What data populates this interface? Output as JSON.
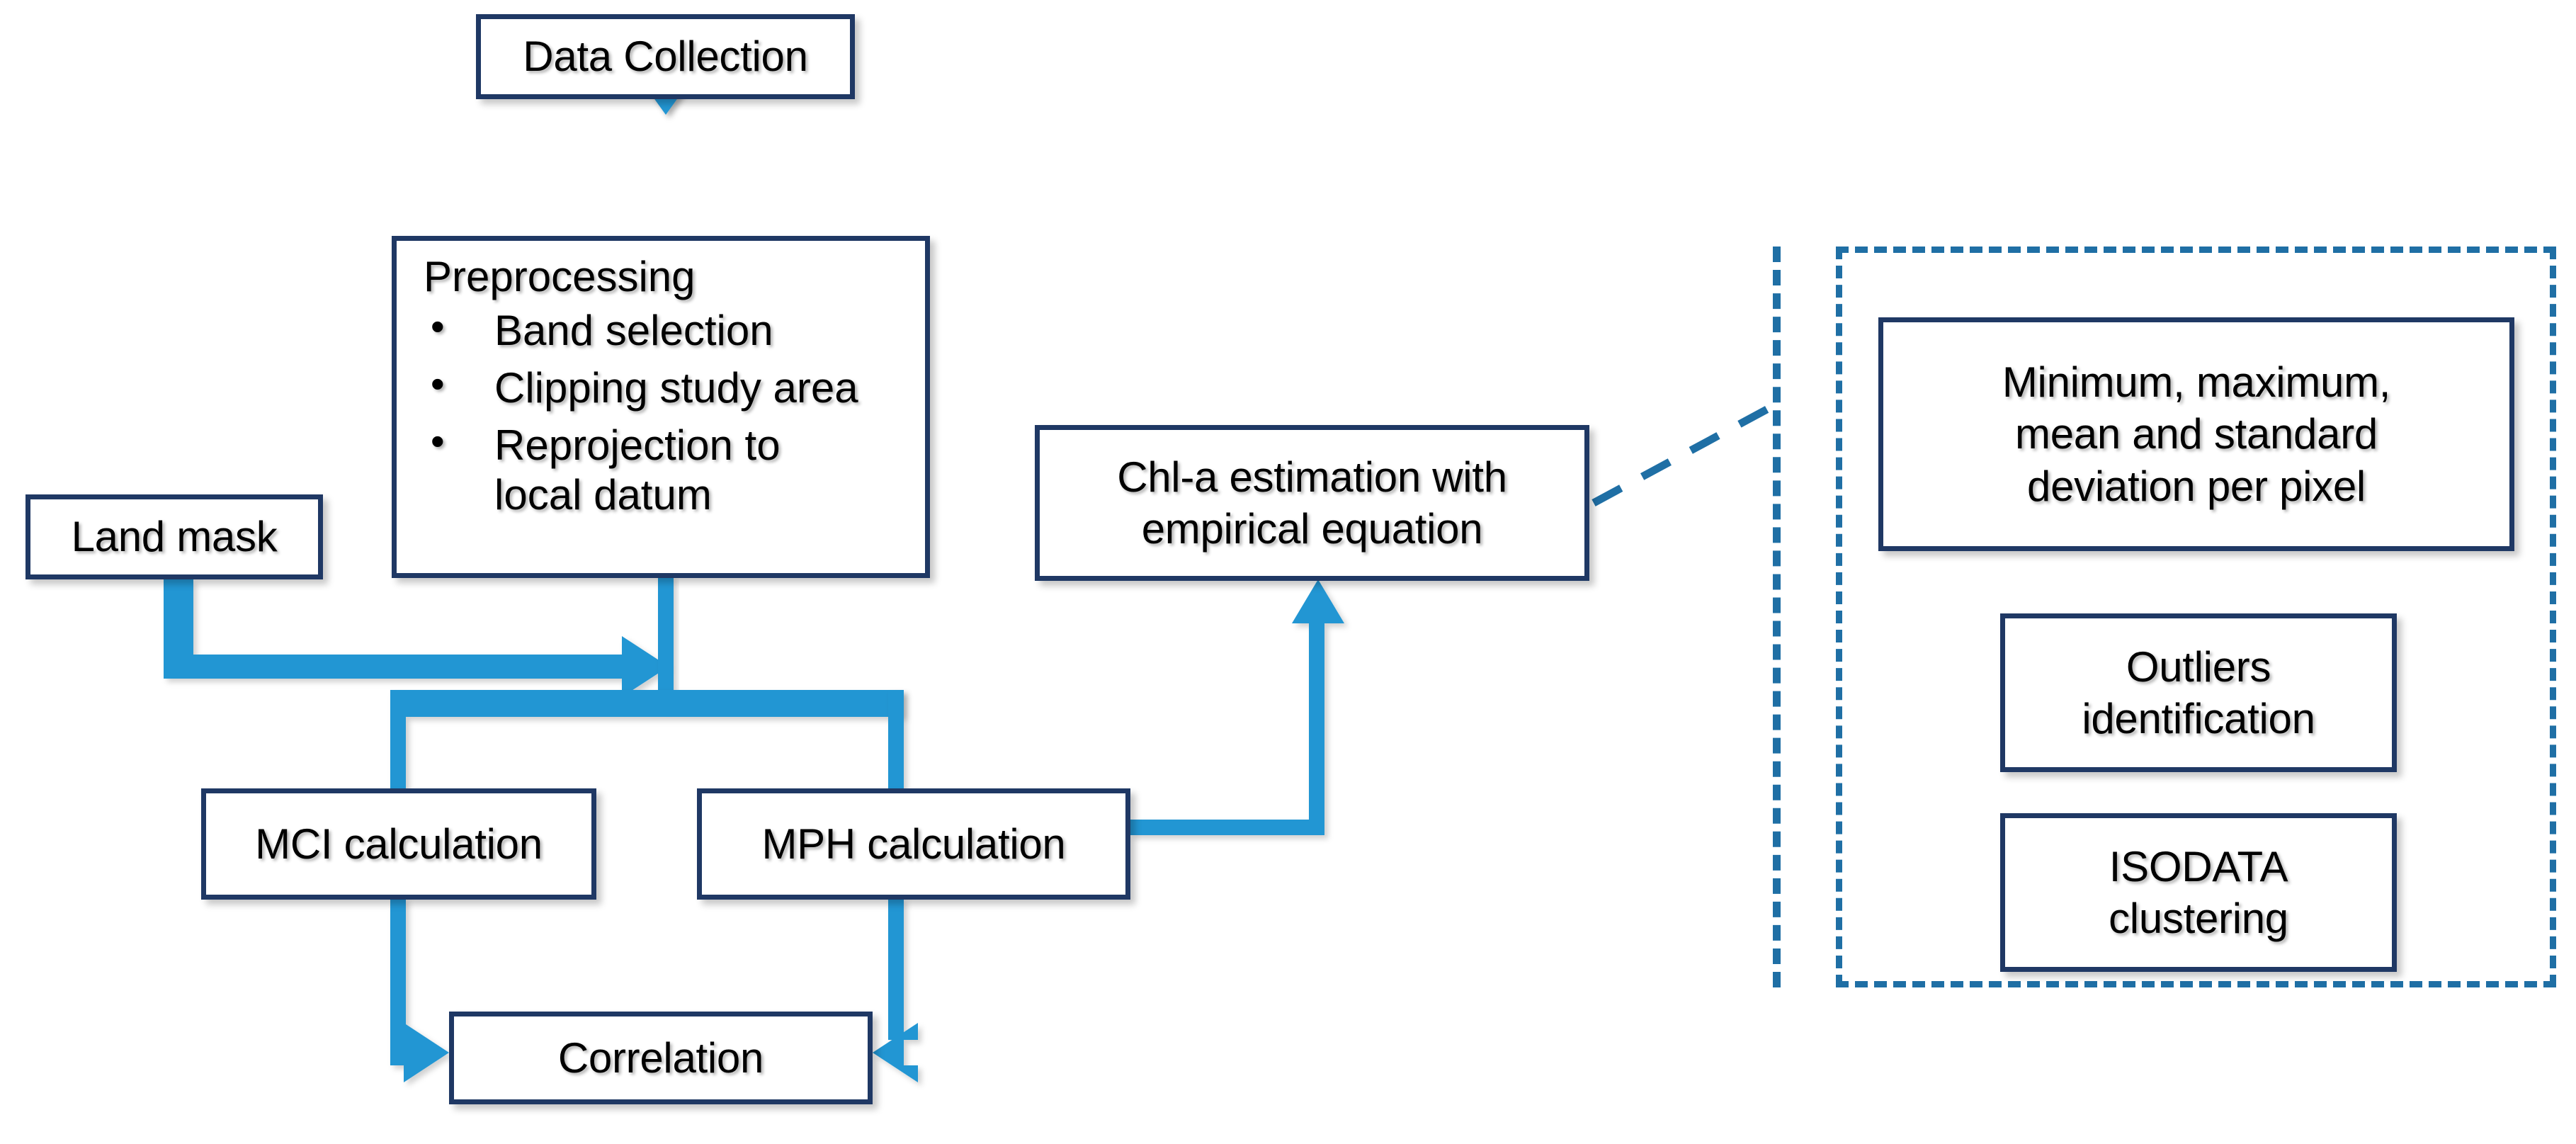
{
  "diagram": {
    "title": "Chlorophyll-a remote sensing methodology flowchart",
    "colors": {
      "box_border": "#1F3864",
      "arrow": "#2196D3",
      "dashed_group": "#1F6FA5",
      "background": "#FFFFFF",
      "text": "#000000"
    },
    "nodes": {
      "data_collection": {
        "label": "Data Collection"
      },
      "preprocessing": {
        "heading": "Preprocessing",
        "bullets": [
          "Band selection",
          "Clipping study area",
          "Reprojection to\nlocal datum"
        ]
      },
      "land_mask": {
        "label": "Land mask"
      },
      "mci": {
        "label": "MCI calculation"
      },
      "mph": {
        "label": "MPH calculation"
      },
      "correlation": {
        "label": "Correlation"
      },
      "chla": {
        "label": "Chl-a estimation with\nempirical equation"
      },
      "stats": {
        "label": "Minimum, maximum,\nmean and standard\ndeviation per pixel"
      },
      "outliers": {
        "label": "Outliers\nidentification"
      },
      "isodata": {
        "label": "ISODATA\nclustering"
      }
    },
    "edges": [
      {
        "from": "data_collection",
        "to": "preprocessing",
        "style": "solid-arrow"
      },
      {
        "from": "land_mask",
        "to": "preprocessing",
        "style": "solid-arrow"
      },
      {
        "from": "preprocessing",
        "to": "mci",
        "style": "solid-arrow"
      },
      {
        "from": "preprocessing",
        "to": "mph",
        "style": "solid-arrow"
      },
      {
        "from": "mci",
        "to": "correlation",
        "style": "solid-arrow"
      },
      {
        "from": "mph",
        "to": "correlation",
        "style": "solid-arrow"
      },
      {
        "from": "mph",
        "to": "chla",
        "style": "solid-arrow"
      },
      {
        "from": "chla",
        "to": "analysis_group",
        "style": "dashed-callout"
      }
    ],
    "groups": {
      "analysis_group": {
        "label": "",
        "members": [
          "stats",
          "outliers",
          "isodata"
        ]
      }
    }
  }
}
